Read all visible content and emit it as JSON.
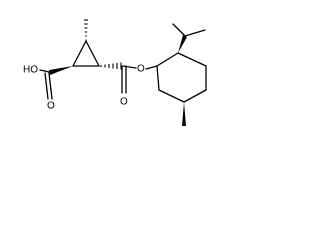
{
  "molecule": {
    "atoms": {
      "hydroxyl_label": "HO",
      "acid_carbonyl_oxygen_label": "O",
      "ester_oxygen_label": "O",
      "ester_carbonyl_oxygen_label": "O"
    }
  }
}
